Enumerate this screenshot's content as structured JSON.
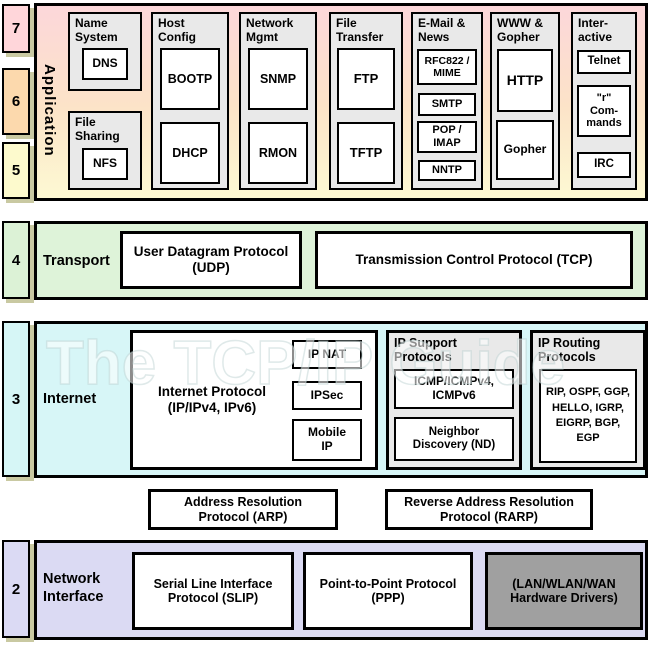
{
  "watermark": "The TCP/IP Guide",
  "layer_numbers": {
    "n7": "7",
    "n6": "6",
    "n5": "5",
    "n4": "4",
    "n3": "3",
    "n2": "2"
  },
  "application": {
    "label": "Application",
    "name_system": {
      "header": "Name System",
      "dns": "DNS"
    },
    "file_sharing": {
      "header": "File Sharing",
      "nfs": "NFS"
    },
    "host_config": {
      "header": "Host Config",
      "bootp": "BOOTP",
      "dhcp": "DHCP"
    },
    "network_mgmt": {
      "header": "Network Mgmt",
      "snmp": "SNMP",
      "rmon": "RMON"
    },
    "file_transfer": {
      "header": "File Transfer",
      "ftp": "FTP",
      "tftp": "TFTP"
    },
    "email_news": {
      "header": "E-Mail & News",
      "rfc822": "RFC822 / MIME",
      "smtp": "SMTP",
      "pop_imap": "POP / IMAP",
      "nntp": "NNTP"
    },
    "www_gopher": {
      "header": "WWW & Gopher",
      "http": "HTTP",
      "gopher": "Gopher"
    },
    "interactive": {
      "header": "Inter-active",
      "telnet": "Telnet",
      "r_commands": "\"r\" Com-mands",
      "irc": "IRC"
    }
  },
  "transport": {
    "label": "Transport",
    "udp": "User Datagram Protocol (UDP)",
    "tcp": "Transmission Control Protocol (TCP)"
  },
  "internet": {
    "label": "Internet",
    "ip": "Internet Protocol (IP/IPv4, IPv6)",
    "ip_nat": "IP NAT",
    "ipsec": "IPSec",
    "mobile_ip": "Mobile IP",
    "support": {
      "header": "IP Support Protocols",
      "icmp": "ICMP/ICMPv4, ICMPv6",
      "nd": "Neighbor Discovery (ND)"
    },
    "routing": {
      "header": "IP Routing Protocols",
      "list": "RIP, OSPF, GGP, HELLO, IGRP, EIGRP, BGP, EGP"
    }
  },
  "arp": "Address Resolution Protocol (ARP)",
  "rarp": "Reverse Address Resolution Protocol (RARP)",
  "network_interface": {
    "label": "Network Interface",
    "slip": "Serial Line Interface Protocol (SLIP)",
    "ppp": "Point-to-Point Protocol (PPP)",
    "hw_drivers": "(LAN/WLAN/WAN Hardware Drivers)"
  },
  "colors": {
    "layer7": "#ffd6da",
    "layer6": "#fcd9ad",
    "layer5": "#fdfacd",
    "layer4": "#dcf2d6",
    "layer3": "#d6f6f6",
    "layer2": "#dbdaf4",
    "application_top": "#fcd7da",
    "application_mid": "#fce3c8",
    "application_bottom": "#fdf9d3",
    "transport_band": "#def3d9",
    "internet_band": "#d7f6f7",
    "network_band": "#dbdaf3",
    "column_gray": "#e9e9e9",
    "hw_gray": "#a0a0a0",
    "shadow": "#c9c9a2",
    "border": "#000000",
    "watermark_fill": "rgba(255,255,255,0.55)"
  }
}
